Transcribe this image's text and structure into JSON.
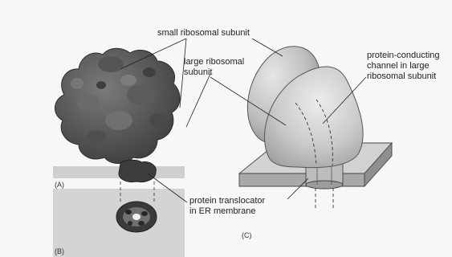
{
  "labels": {
    "small_subunit": "small ribosomal subunit",
    "large_subunit": [
      "large ribosomal",
      "subunit"
    ],
    "channel": [
      "protein-conducting",
      "channel in large",
      "ribosomal subunit"
    ],
    "translocator": [
      "protein translocator",
      "in ER membrane"
    ]
  },
  "panels": {
    "a": "(A)",
    "b": "(B)",
    "c": "(C)"
  },
  "colors": {
    "background": "#f7f7f5",
    "ribosome_dark": "#4e4e4e",
    "membrane_band": "#cfcfcf",
    "schematic_subunit": "#c4c4c4",
    "membrane_block": "#c9c9c9"
  }
}
